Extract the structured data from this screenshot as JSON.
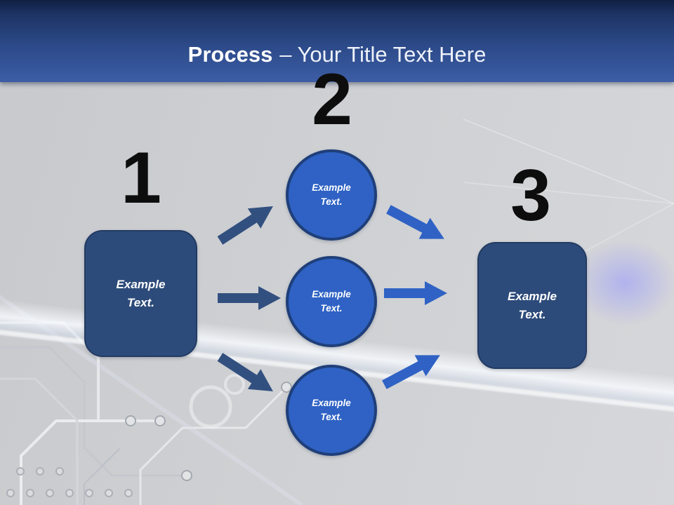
{
  "slide": {
    "title_bold": "Process",
    "title_rest": "– Your Title Text Here"
  },
  "diagram": {
    "step_numbers": [
      "1",
      "2",
      "3"
    ],
    "left_box_label": "Example Text.",
    "right_box_label": "Example Text.",
    "circle_labels": [
      "Example Text.",
      "Example Text.",
      "Example Text."
    ]
  },
  "colors": {
    "header_dark": "#101f44",
    "header_mid": "#2c4a88",
    "box_fill": "#2d4b7a",
    "box_border": "#223a62",
    "circle_fill": "#2f62c4",
    "circle_border": "#1f3f7a",
    "arrow_dark": "#32507f",
    "arrow_blue": "#2f62c4",
    "number_color": "#0d0d0d",
    "background_gray": "#cdcfd2",
    "text_white": "#ffffff"
  }
}
